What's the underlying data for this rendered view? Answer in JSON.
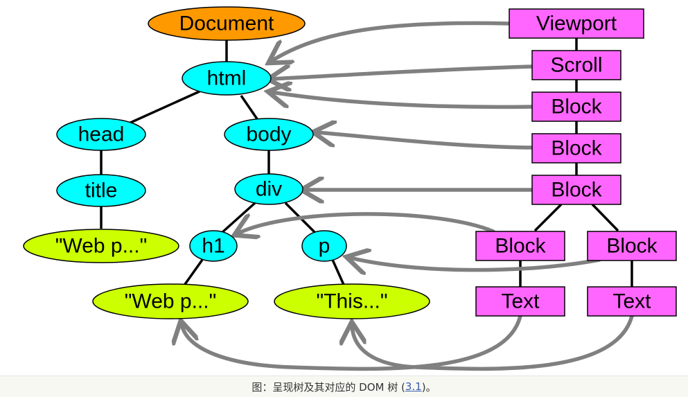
{
  "colors": {
    "document": "#ff9900",
    "element": "#00ffff",
    "text_node": "#ccff00",
    "render_box": "#ff66ff",
    "arrow": "#808080",
    "edge": "#000000"
  },
  "dom_tree": {
    "document": "Document",
    "html": "html",
    "head": "head",
    "title": "title",
    "title_text": "\"Web p...\"",
    "body": "body",
    "div": "div",
    "h1": "h1",
    "p": "p",
    "h1_text": "\"Web p...\"",
    "p_text": "\"This...\""
  },
  "render_tree": {
    "viewport": "Viewport",
    "scroll": "Scroll",
    "block_1": "Block",
    "block_2": "Block",
    "block_3": "Block",
    "block_left": "Block",
    "block_right": "Block",
    "text_left": "Text",
    "text_right": "Text"
  },
  "caption": {
    "prefix": "图：呈现树及其对应的 DOM 树 (",
    "link": "3.1",
    "suffix": ")。"
  }
}
